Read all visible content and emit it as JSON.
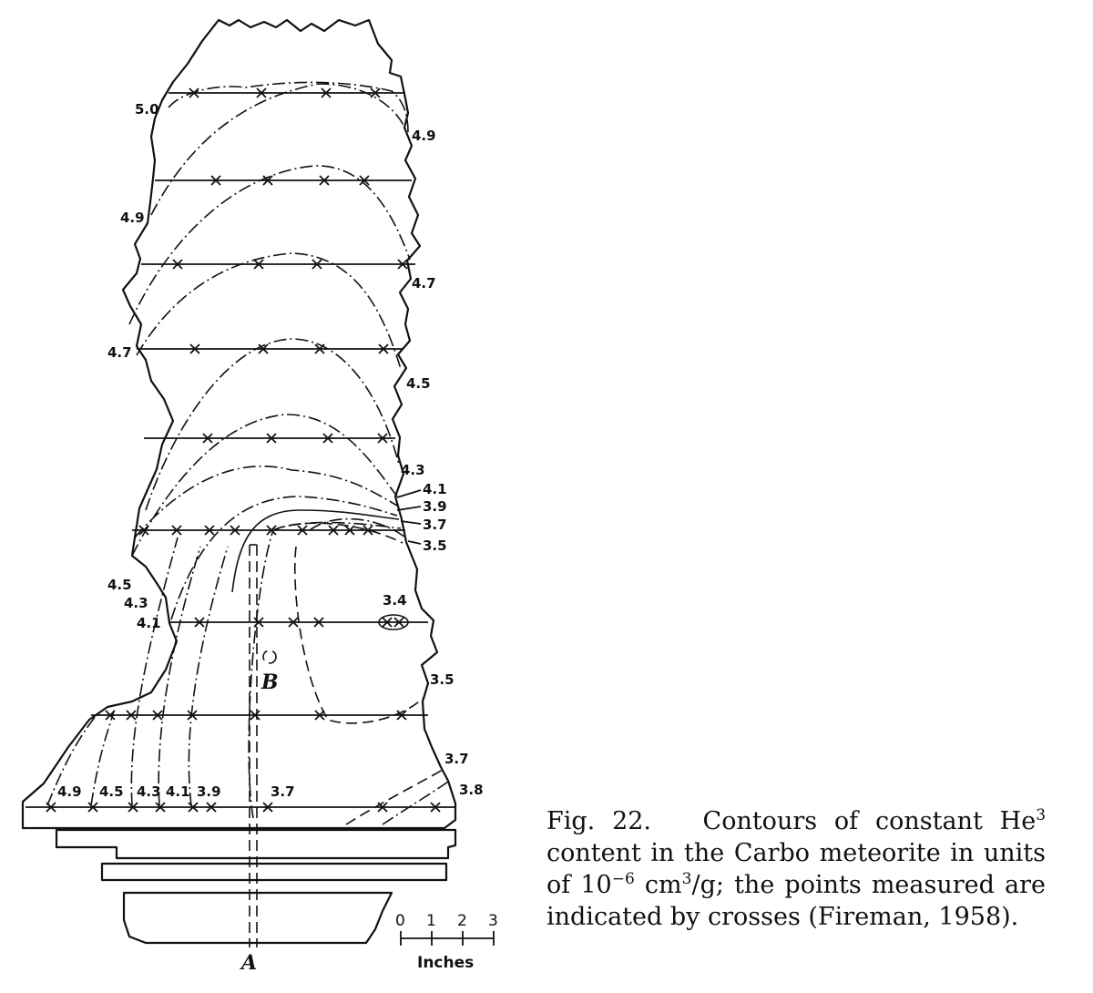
{
  "figure": {
    "caption": {
      "fig_label": "Fig. 22.",
      "text_a": "Contours of constant He",
      "sup_1": "3",
      "text_b": " content in the Carbo meteorite in units of 10",
      "sup_2": "−6",
      "text_c": " cm",
      "sup_3": "3",
      "text_d": "/g; the points measured are indicated by crosses (Fireman, 1958)."
    },
    "contour_labels": {
      "top_5_0": "5.0",
      "right_4_9": "4.9",
      "left_4_9": "4.9",
      "right_4_7": "4.7",
      "left_4_7": "4.7",
      "right_4_5": "4.5",
      "right_4_3": "4.3",
      "right_4_1": "4.1",
      "right_3_9": "3.9",
      "right_3_7": "3.7",
      "right_3_5": "3.5",
      "left_4_5": "4.5",
      "left_4_3": "4.3",
      "left_4_1": "4.1",
      "center_3_4": "3.4",
      "mid_right_3_5": "3.5",
      "low_right_3_7": "3.7",
      "low_right_3_8": "3.8",
      "bottom_4_9": "4.9",
      "bottom_4_5": "4.5",
      "bottom_4_3": "4.3",
      "bottom_4_1": "4.1",
      "bottom_3_9": "3.9",
      "bottom_3_7": "3.7"
    },
    "points": {
      "point_a": "A",
      "point_b": "B"
    },
    "scale_bar": {
      "ticks": [
        "0",
        "1",
        "2",
        "3"
      ],
      "unit": "Inches"
    }
  }
}
